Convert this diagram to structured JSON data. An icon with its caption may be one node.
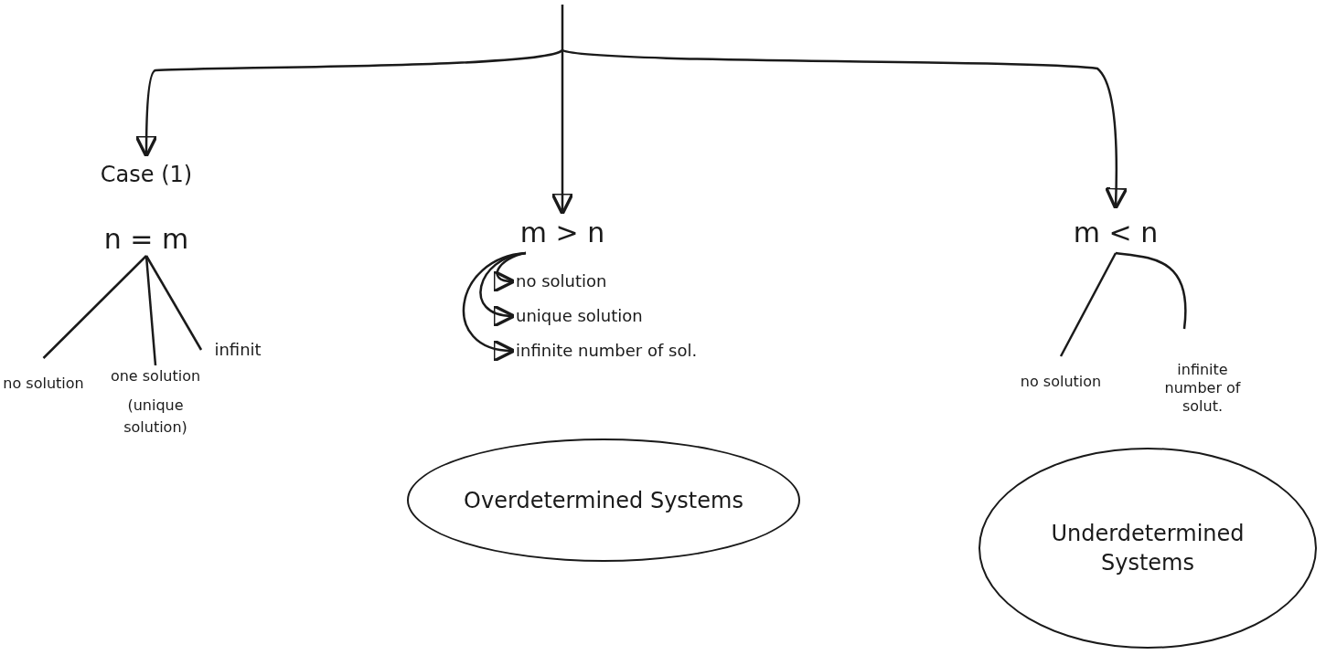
{
  "diagram": {
    "nodes": [
      {
        "text": [
          "Case (1)",
          "n = m"
        ]
      },
      {
        "text": [
          "no solution"
        ]
      },
      {
        "text": [
          "one solution",
          "(unique solution)"
        ]
      },
      {
        "text": [
          "infinit"
        ]
      },
      {
        "text": [
          "m > n"
        ]
      },
      {
        "text": [
          "no solution"
        ]
      },
      {
        "text": [
          "unique solution"
        ]
      },
      {
        "text": [
          "infinite number of sol."
        ]
      },
      {
        "text": [
          "Overdetermined Systems"
        ]
      },
      {
        "text": [
          "m < n"
        ]
      },
      {
        "text": [
          "no solution"
        ]
      },
      {
        "text": [
          "infinite number of solut."
        ]
      },
      {
        "text": [
          "Underdetermined Systems"
        ]
      }
    ],
    "edges": [
      {
        "from": null,
        "to": 0,
        "arrow": "to"
      },
      {
        "from": null,
        "to": 4,
        "arrow": "to"
      },
      {
        "from": null,
        "to": 9,
        "arrow": "to"
      },
      {
        "from": 0,
        "to": 1,
        "arrow": "none"
      },
      {
        "from": 0,
        "to": 2,
        "arrow": "none"
      },
      {
        "from": 0,
        "to": 3,
        "arrow": "none"
      },
      {
        "from": 4,
        "to": 5,
        "arrow": "to"
      },
      {
        "from": 4,
        "to": 6,
        "arrow": "to"
      },
      {
        "from": 4,
        "to": 7,
        "arrow": "to"
      },
      {
        "from": 9,
        "to": 10,
        "arrow": "none"
      },
      {
        "from": 9,
        "to": 11,
        "arrow": "none"
      }
    ]
  }
}
